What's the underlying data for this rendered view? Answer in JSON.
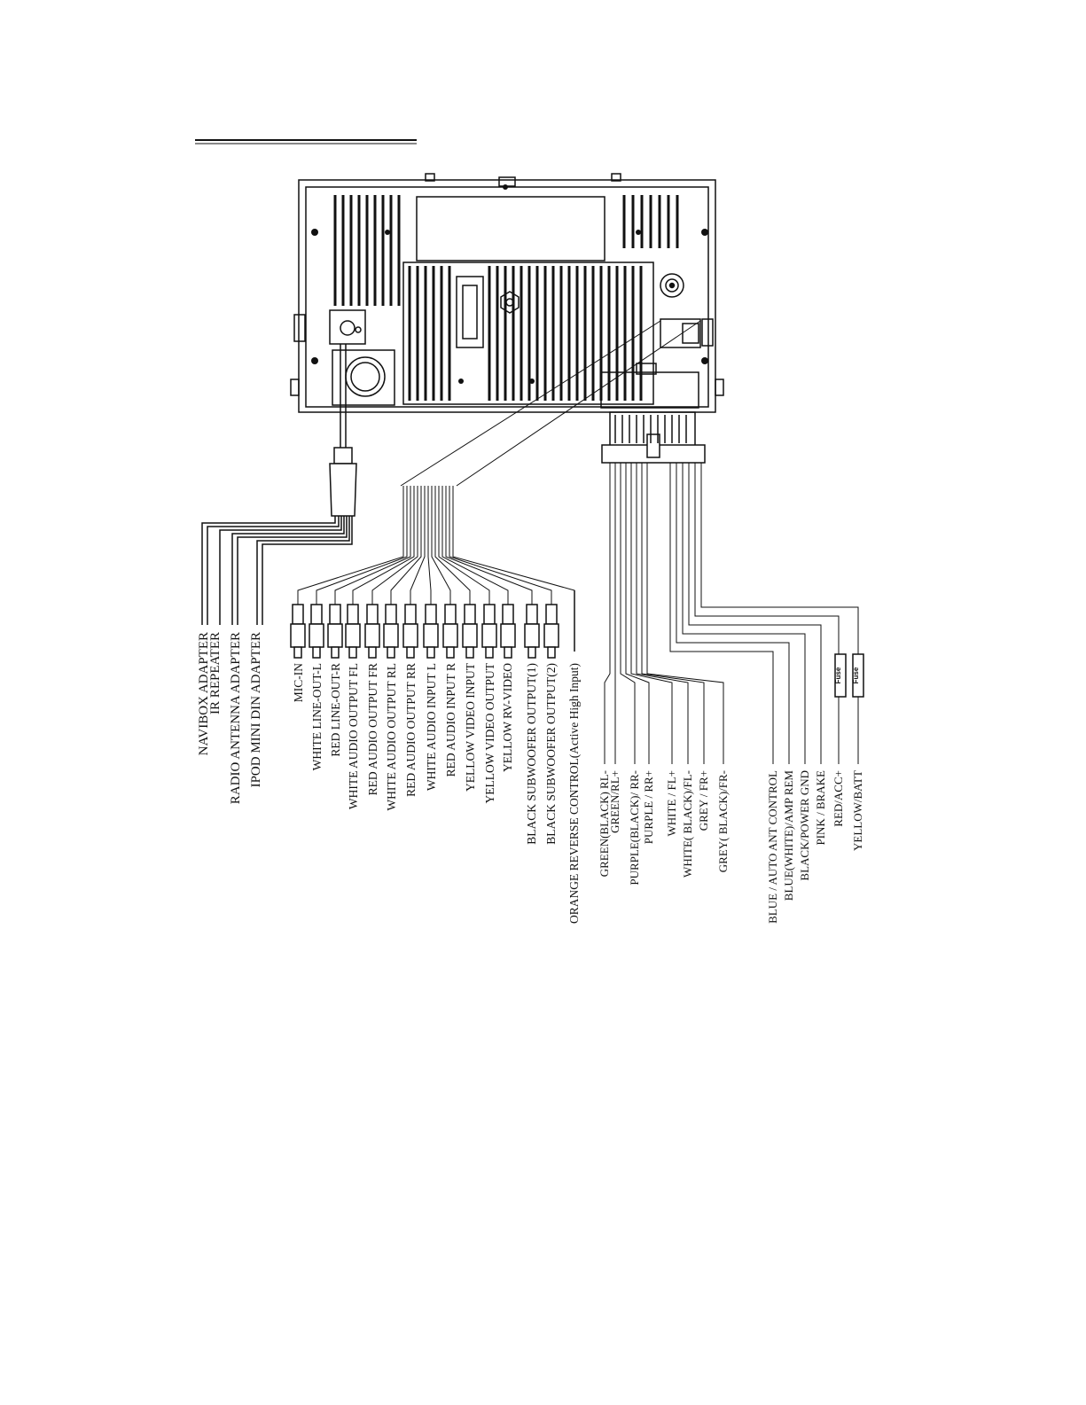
{
  "left_adapters": [
    "NAVIBOX ADAPTER",
    "IR REPEATER",
    "RADIO ANTENNA ADAPTER",
    "IPOD MINI DIN ADAPTER"
  ],
  "rca_connectors": [
    "MIC-IN",
    "WHITE LINE-OUT-L",
    "RED LINE-OUT-R",
    "WHITE AUDIO OUTPUT FL",
    "RED AUDIO OUTPUT FR",
    "WHITE AUDIO OUTPUT RL",
    "RED AUDIO OUTPUT RR",
    "WHITE AUDIO INPUT L",
    "RED AUDIO INPUT R",
    "YELLOW VIDEO INPUT",
    "YELLOW VIDEO OUTPUT",
    "YELLOW RV-VIDEO",
    "BLACK SUBWOOFER OUTPUT(1)",
    "BLACK SUBWOOFER OUTPUT(2)",
    "ORANGE REVERSE CONTROL(Active High Input)"
  ],
  "speaker_wires": [
    "GREEN(BLACK) RL-",
    "GREEN/RL+",
    "PURPLE(BLACK)/ RR-",
    "PURPLE / RR+",
    "WHITE / FL+",
    "WHITE( BLACK)/FL-",
    "GREY / FR+",
    "GREY( BLACK)/FR-"
  ],
  "power_wires": [
    "BLUE / AUTO ANT CONTROL",
    "BLUE(WHITE)/AMP REM",
    "BLACK/POWER GND",
    "PINK / BRAKE",
    "RED/ACC+",
    "YELLOW/BATT"
  ],
  "fuse_label": "Fuse",
  "icons": [
    "unit-rear-panel",
    "antenna-socket-icon",
    "fuse-icon",
    "rca-plug-icon"
  ]
}
